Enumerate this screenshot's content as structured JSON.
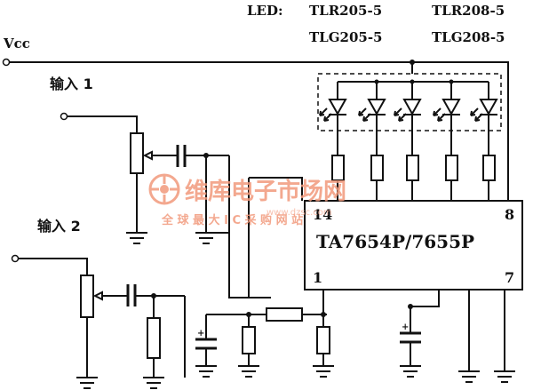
{
  "led_label": "LED:",
  "led_parts": [
    "TLR205-5",
    "TLR208-5",
    "TLG205-5",
    "TLG208-5"
  ],
  "vcc_label": "Vcc",
  "input1_label": "输入 1",
  "input2_label": "输入 2",
  "ic_part": "TA7654P/7655P",
  "ic_pins": {
    "p14": "14",
    "p8": "8",
    "p1": "1",
    "p7": "7"
  },
  "watermark": {
    "brand": "维库电子市场网",
    "url": "www.dzsc.com",
    "tagline": "全 球 最 大 I C 采 购 网 站",
    "color": "#f29a7c"
  }
}
